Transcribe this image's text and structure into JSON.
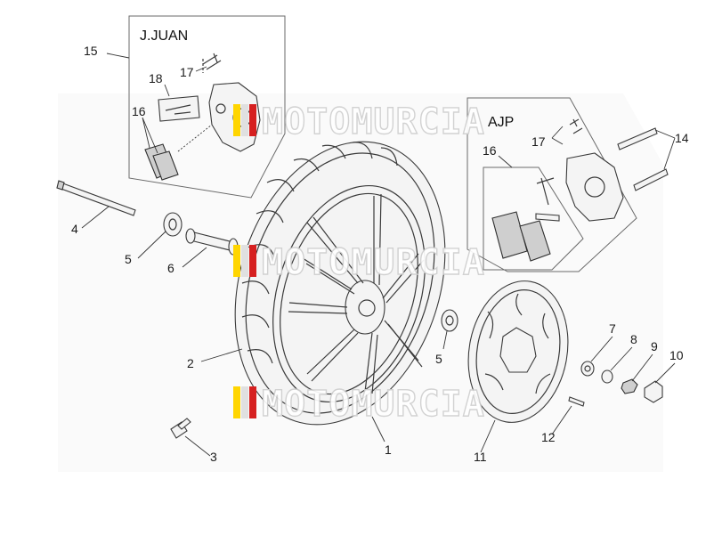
{
  "groups": {
    "left_caliper": "J.JUAN",
    "right_caliper": "AJP"
  },
  "callouts": {
    "c1": "1",
    "c2": "2",
    "c3": "3",
    "c4": "4",
    "c5a": "5",
    "c5b": "5",
    "c6": "6",
    "c7": "7",
    "c8": "8",
    "c9": "9",
    "c10": "10",
    "c11": "11",
    "c12": "12",
    "c14": "14",
    "c15": "15",
    "c16a": "16",
    "c16b": "16",
    "c17a": "17",
    "c17b": "17",
    "c18": "18"
  },
  "watermark": {
    "text": "MOTOMURCIA",
    "stripe_colors": [
      "#ffd500",
      "#e0e0e0",
      "#d62020"
    ]
  }
}
